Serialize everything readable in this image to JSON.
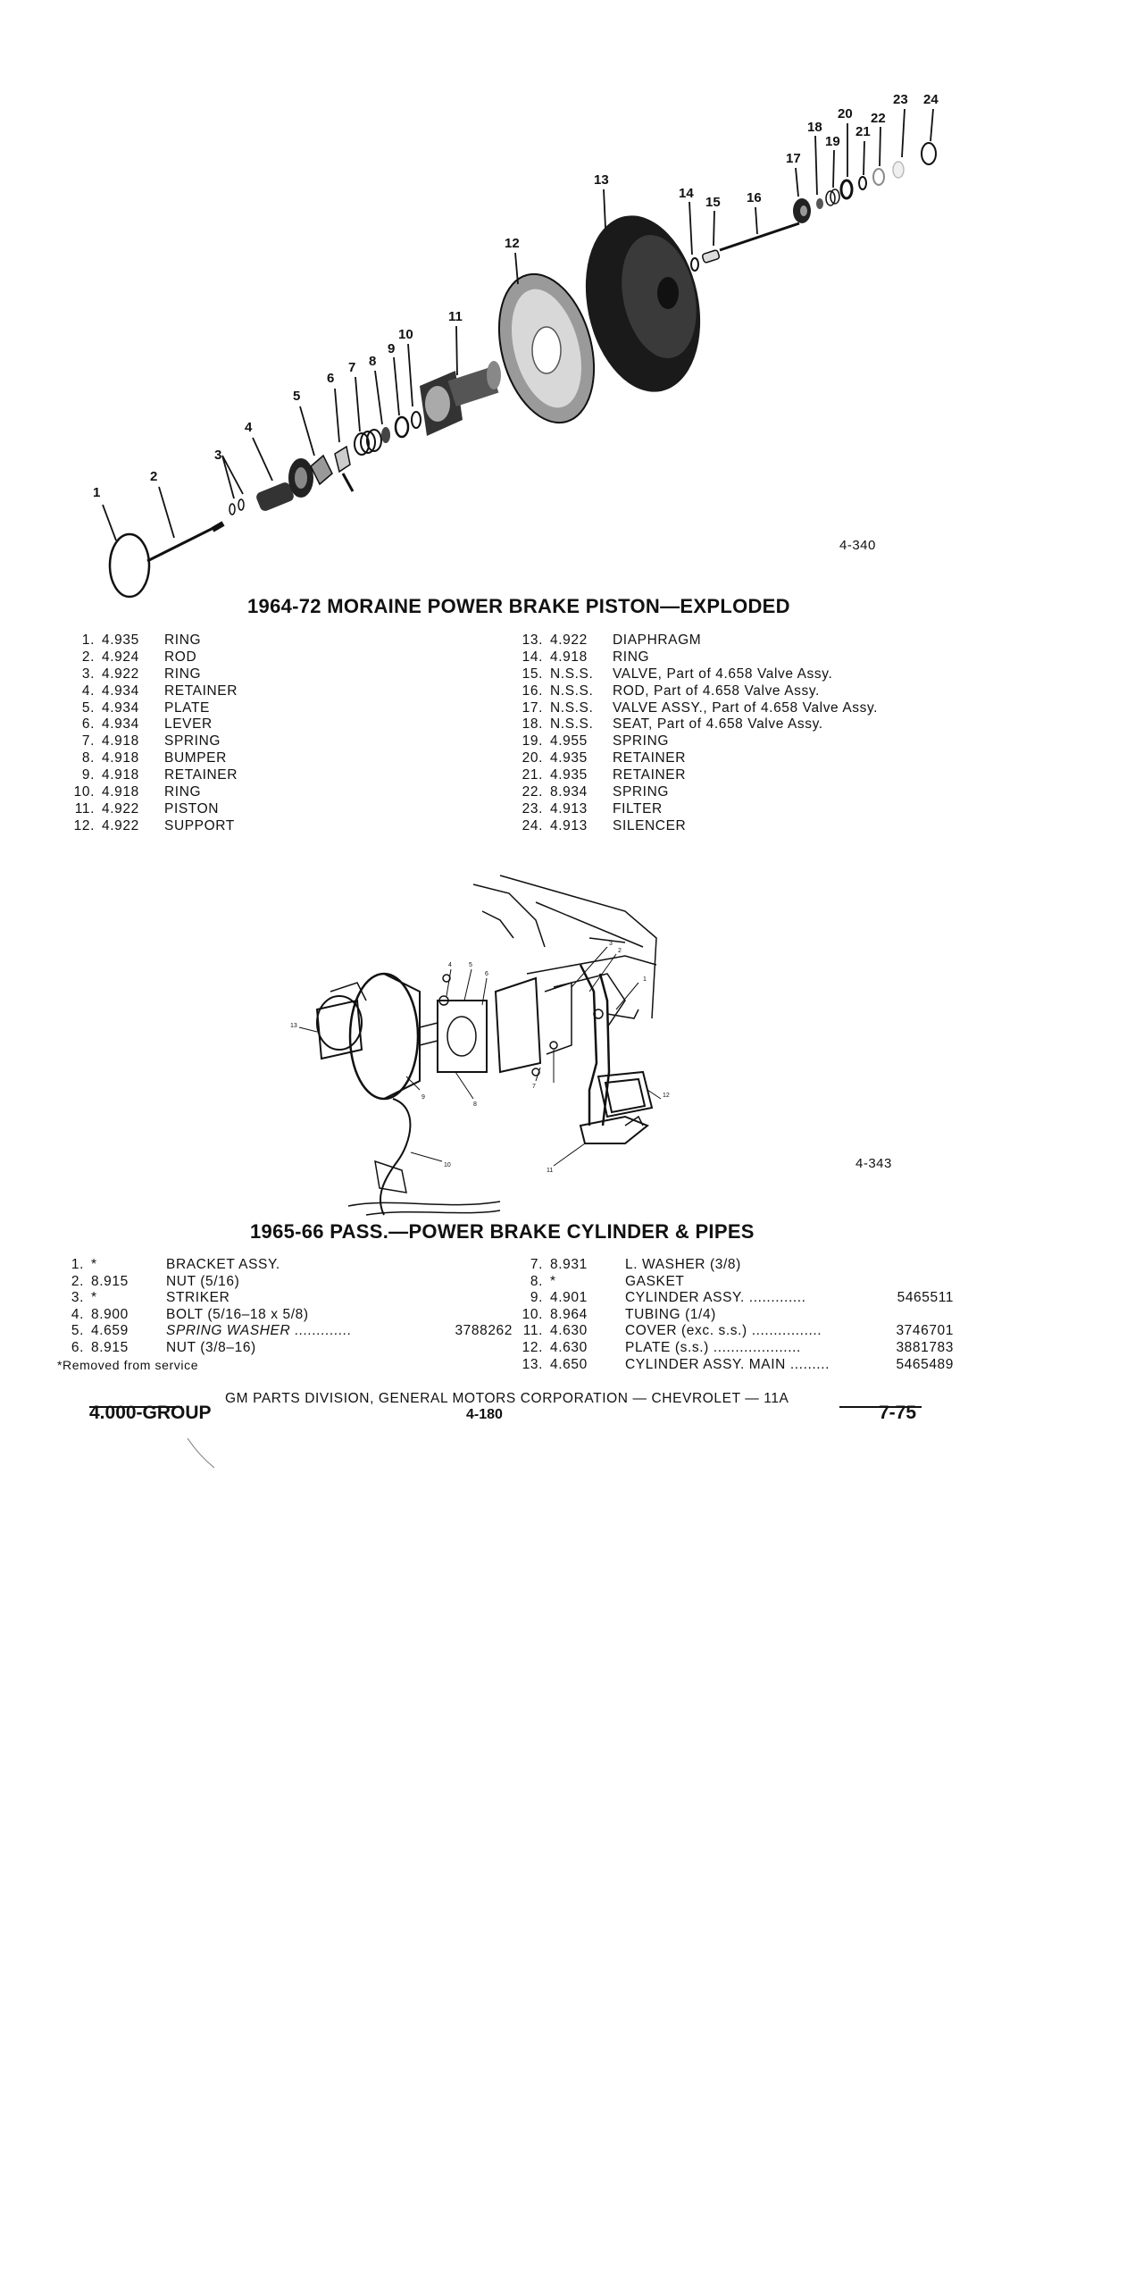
{
  "figure1": {
    "callouts": [
      "1",
      "2",
      "3",
      "4",
      "5",
      "6",
      "7",
      "8",
      "9",
      "10",
      "11",
      "12",
      "13",
      "14",
      "15",
      "16",
      "17",
      "18",
      "19",
      "20",
      "21",
      "22",
      "23",
      "24"
    ],
    "fig_number": "4-340",
    "title": "1964-72 MORAINE POWER BRAKE PISTON—EXPLODED",
    "parts_left": [
      {
        "num": "1.",
        "group": "4.935",
        "desc": "RING"
      },
      {
        "num": "2.",
        "group": "4.924",
        "desc": "ROD"
      },
      {
        "num": "3.",
        "group": "4.922",
        "desc": "RING"
      },
      {
        "num": "4.",
        "group": "4.934",
        "desc": "RETAINER"
      },
      {
        "num": "5.",
        "group": "4.934",
        "desc": "PLATE"
      },
      {
        "num": "6.",
        "group": "4.934",
        "desc": "LEVER"
      },
      {
        "num": "7.",
        "group": "4.918",
        "desc": "SPRING"
      },
      {
        "num": "8.",
        "group": "4.918",
        "desc": "BUMPER"
      },
      {
        "num": "9.",
        "group": "4.918",
        "desc": "RETAINER"
      },
      {
        "num": "10.",
        "group": "4.918",
        "desc": "RING"
      },
      {
        "num": "11.",
        "group": "4.922",
        "desc": "PISTON"
      },
      {
        "num": "12.",
        "group": "4.922",
        "desc": "SUPPORT"
      }
    ],
    "parts_right": [
      {
        "num": "13.",
        "group": "4.922",
        "desc": "DIAPHRAGM"
      },
      {
        "num": "14.",
        "group": "4.918",
        "desc": "RING"
      },
      {
        "num": "15.",
        "group": "N.S.S.",
        "desc": "VALVE, Part of 4.658 Valve Assy."
      },
      {
        "num": "16.",
        "group": "N.S.S.",
        "desc": "ROD, Part of 4.658 Valve Assy."
      },
      {
        "num": "17.",
        "group": "N.S.S.",
        "desc": "VALVE ASSY., Part of 4.658 Valve Assy."
      },
      {
        "num": "18.",
        "group": "N.S.S.",
        "desc": "SEAT, Part of 4.658 Valve Assy."
      },
      {
        "num": "19.",
        "group": "4.955",
        "desc": "SPRING"
      },
      {
        "num": "20.",
        "group": "4.935",
        "desc": "RETAINER"
      },
      {
        "num": "21.",
        "group": "4.935",
        "desc": "RETAINER"
      },
      {
        "num": "22.",
        "group": "8.934",
        "desc": "SPRING"
      },
      {
        "num": "23.",
        "group": "4.913",
        "desc": "FILTER"
      },
      {
        "num": "24.",
        "group": "4.913",
        "desc": "SILENCER"
      }
    ]
  },
  "figure2": {
    "callouts": [
      "1",
      "2",
      "3",
      "4",
      "5",
      "6",
      "7",
      "8",
      "9",
      "10",
      "11",
      "12",
      "13"
    ],
    "fig_number": "4-343",
    "title": "1965-66 PASS.—POWER BRAKE CYLINDER & PIPES",
    "parts_left": [
      {
        "num": "1.",
        "group": "*",
        "desc": "BRACKET ASSY.",
        "part": ""
      },
      {
        "num": "2.",
        "group": "8.915",
        "desc": "NUT (5/16)",
        "part": ""
      },
      {
        "num": "3.",
        "group": "*",
        "desc": "STRIKER",
        "part": ""
      },
      {
        "num": "4.",
        "group": "8.900",
        "desc": "BOLT (5/16–18 x 5/8)",
        "part": ""
      },
      {
        "num": "5.",
        "group": "4.659",
        "desc": "SPRING WASHER  .............",
        "part": "3788262"
      },
      {
        "num": "6.",
        "group": "8.915",
        "desc": "NUT (3/8–16)",
        "part": ""
      }
    ],
    "footnote": "*Removed from service",
    "parts_right": [
      {
        "num": "7.",
        "group": "8.931",
        "desc": "L. WASHER (3/8)",
        "part": ""
      },
      {
        "num": "8.",
        "group": "*",
        "desc": "GASKET",
        "part": ""
      },
      {
        "num": "9.",
        "group": "4.901",
        "desc": "CYLINDER ASSY.  .............",
        "part": "5465511"
      },
      {
        "num": "10.",
        "group": "8.964",
        "desc": "TUBING (1/4)",
        "part": ""
      },
      {
        "num": "11.",
        "group": "4.630",
        "desc": "COVER (exc. s.s.) ................",
        "part": "3746701"
      },
      {
        "num": "12.",
        "group": "4.630",
        "desc": "PLATE (s.s.) ....................",
        "part": "3881783"
      },
      {
        "num": "13.",
        "group": "4.650",
        "desc": "CYLINDER ASSY. MAIN .........",
        "part": "5465489"
      }
    ]
  },
  "footer": {
    "division_line": "GM PARTS DIVISION, GENERAL MOTORS CORPORATION — CHEVROLET — 11A",
    "group": "4.000-GROUP",
    "page": "4-180",
    "date": "7-75"
  }
}
